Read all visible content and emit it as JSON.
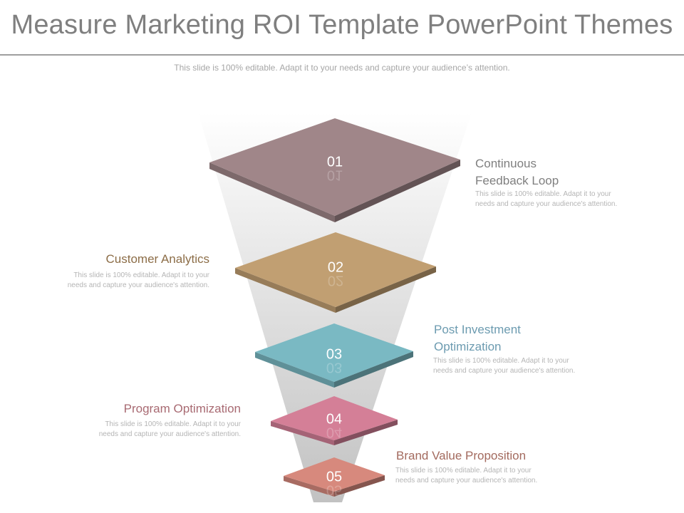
{
  "header": {
    "title": "Measure Marketing ROI Template PowerPoint Themes",
    "subtitle": "This slide is 100% editable. Adapt it to your needs and capture your audience’s attention."
  },
  "steps": [
    {
      "number": "01",
      "title": "Continuous Feedback Loop",
      "description": "This slide is 100% editable. Adapt it to your needs and capture your audience's attention.",
      "color": "#a08689",
      "label_color": "#7f7f7f"
    },
    {
      "number": "02",
      "title": "Customer Analytics",
      "description": "This slide is 100% editable. Adapt it to your needs and capture your audience's attention.",
      "color": "#c19f72",
      "label_color": "#8c6d47"
    },
    {
      "number": "03",
      "title": "Post Investment Optimization",
      "description": "This slide is 100% editable. Adapt it to your needs and capture your audience's attention.",
      "color": "#7ab9c3",
      "label_color": "#6c9bb0"
    },
    {
      "number": "04",
      "title": "Program Optimization",
      "description": "This slide is 100% editable. Adapt it to your needs and capture your audience's attention.",
      "color": "#d47f97",
      "label_color": "#a86a72"
    },
    {
      "number": "05",
      "title": "Brand Value Proposition",
      "description": "This slide is 100% editable. Adapt it to your needs and capture your audience's attention.",
      "color": "#d7897d",
      "label_color": "#a36a5e"
    }
  ]
}
